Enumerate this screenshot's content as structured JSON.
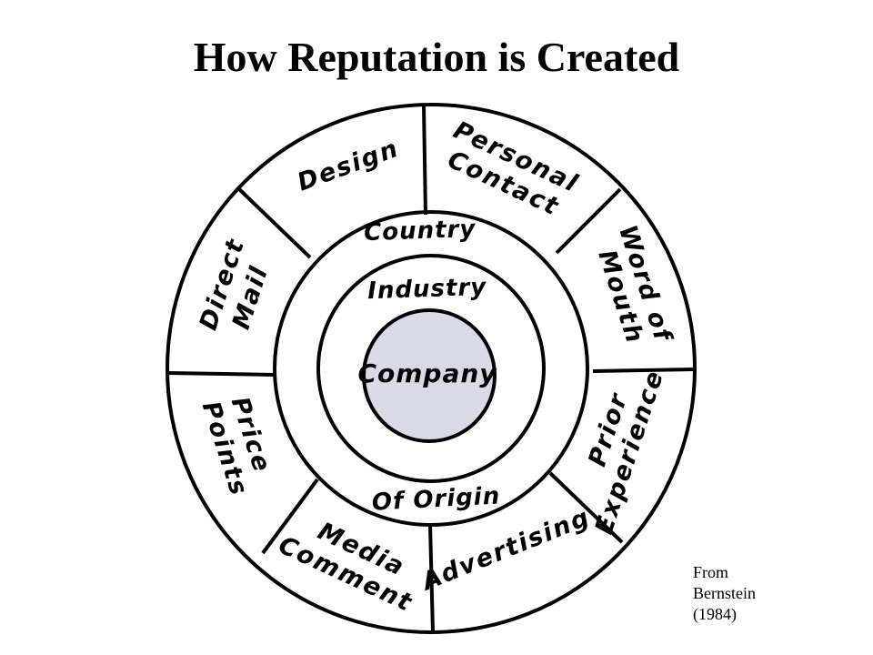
{
  "title": "How Reputation is Created",
  "outer_segments": [
    {
      "name": "design",
      "lines": [
        "Design"
      ]
    },
    {
      "name": "personal-contact",
      "lines": [
        "Personal",
        "Contact"
      ]
    },
    {
      "name": "word-of-mouth",
      "lines": [
        "Word of",
        "Mouth"
      ]
    },
    {
      "name": "prior-experience",
      "lines": [
        "Prior",
        "Experience"
      ]
    },
    {
      "name": "advertising",
      "lines": [
        "Advertising"
      ]
    },
    {
      "name": "media-comment",
      "lines": [
        "Media",
        "Comment"
      ]
    },
    {
      "name": "price-points",
      "lines": [
        "Price",
        "Points"
      ]
    },
    {
      "name": "direct-mail",
      "lines": [
        "Direct",
        "Mail"
      ]
    }
  ],
  "inner_ring": {
    "top": "Country",
    "bottom": "Of Origin"
  },
  "middle_ring": {
    "label": "Industry"
  },
  "center": {
    "label": "Company",
    "fill": "#d9d9e8"
  },
  "source": {
    "lines": [
      "From",
      "Bernstein",
      "(1984)"
    ]
  }
}
